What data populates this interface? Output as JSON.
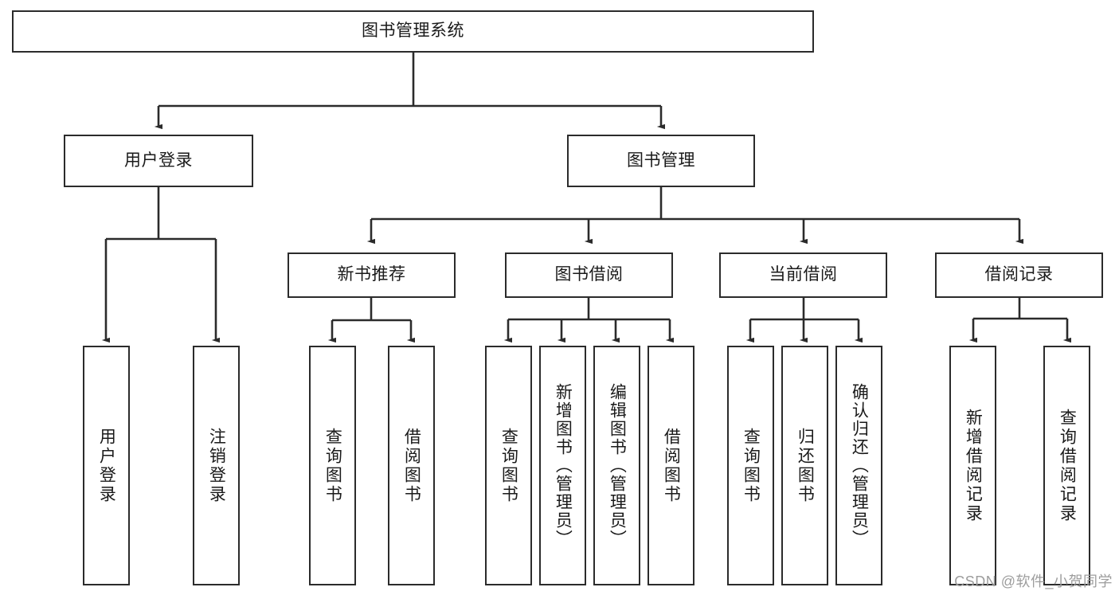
{
  "diagram": {
    "title_node": {
      "label": "图书管理系统"
    },
    "level2": [
      {
        "id": "user-login",
        "label": "用户登录"
      },
      {
        "id": "book-management",
        "label": "图书管理"
      }
    ],
    "level3": [
      {
        "id": "new-book-recommend",
        "label": "新书推荐"
      },
      {
        "id": "book-borrow",
        "label": "图书借阅"
      },
      {
        "id": "current-borrow",
        "label": "当前借阅"
      },
      {
        "id": "borrow-record",
        "label": "借阅记录"
      }
    ],
    "leaves": [
      {
        "id": "leaf-user-login",
        "label": "用户登录"
      },
      {
        "id": "leaf-logout-login",
        "label": "注销登录"
      },
      {
        "id": "leaf-query-book-1",
        "label": "查询图书"
      },
      {
        "id": "leaf-borrow-book-1",
        "label": "借阅图书"
      },
      {
        "id": "leaf-query-book-2",
        "label": "查询图书"
      },
      {
        "id": "leaf-add-book-admin",
        "label": "新增图书（管理员）"
      },
      {
        "id": "leaf-edit-book-admin",
        "label": "编辑图书（管理员）"
      },
      {
        "id": "leaf-borrow-book-2",
        "label": "借阅图书"
      },
      {
        "id": "leaf-query-book-3",
        "label": "查询图书"
      },
      {
        "id": "leaf-return-book",
        "label": "归还图书"
      },
      {
        "id": "leaf-confirm-return-admin",
        "label": "确认归还（管理员）"
      },
      {
        "id": "leaf-add-borrow-record",
        "label": "新增借阅记录"
      },
      {
        "id": "leaf-query-borrow-record",
        "label": "查询借阅记录"
      }
    ]
  },
  "watermark": {
    "text": "CSDN @软件_小贺同学"
  },
  "colors": {
    "stroke": "#2b2b2b",
    "background": "#ffffff",
    "text": "#1a1a1a",
    "watermark": "#9d9d9d"
  }
}
